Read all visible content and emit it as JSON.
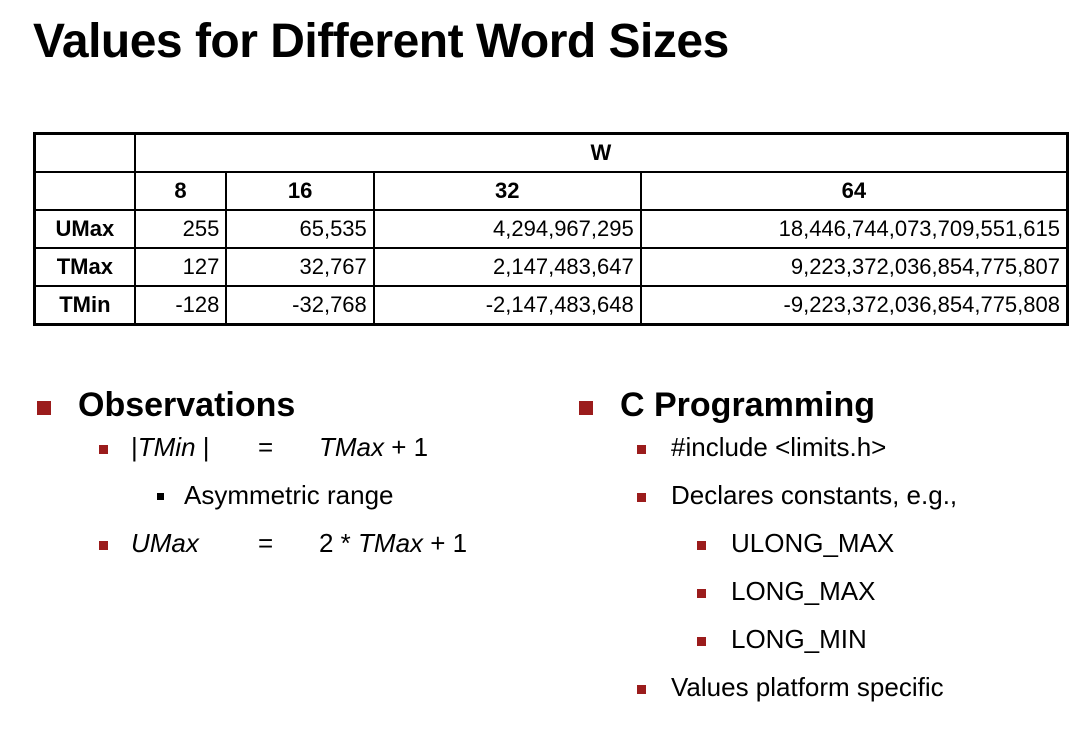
{
  "title": "Values for Different Word Sizes",
  "table": {
    "group_header": "W",
    "columns": [
      "8",
      "16",
      "32",
      "64"
    ],
    "rows": [
      {
        "label": "UMax",
        "values": [
          "255",
          "65,535",
          "4,294,967,295",
          "18,446,744,073,709,551,615"
        ]
      },
      {
        "label": "TMax",
        "values": [
          "127",
          "32,767",
          "2,147,483,647",
          "9,223,372,036,854,775,807"
        ]
      },
      {
        "label": "TMin",
        "values": [
          "-128",
          "-32,768",
          "-2,147,483,648",
          "-9,223,372,036,854,775,808"
        ]
      }
    ]
  },
  "observations": {
    "heading": "Observations",
    "item1": {
      "pre": "|",
      "tmin": "TMin",
      "post": " |",
      "eq": "=",
      "tmax": "TMax",
      "plus": " + 1"
    },
    "sub1": "Asymmetric range",
    "item2": {
      "umax": "UMax",
      "eq": "=",
      "pre": "2 * ",
      "tmax": "TMax",
      "plus": " + 1"
    }
  },
  "c_programming": {
    "heading": "C Programming",
    "items": [
      "#include <limits.h>",
      "Declares constants, e.g.,"
    ],
    "constants": [
      "ULONG_MAX",
      "LONG_MAX",
      "LONG_MIN"
    ],
    "last_item": "Values platform specific"
  },
  "colors": {
    "bullet": "#9b1c1c"
  }
}
